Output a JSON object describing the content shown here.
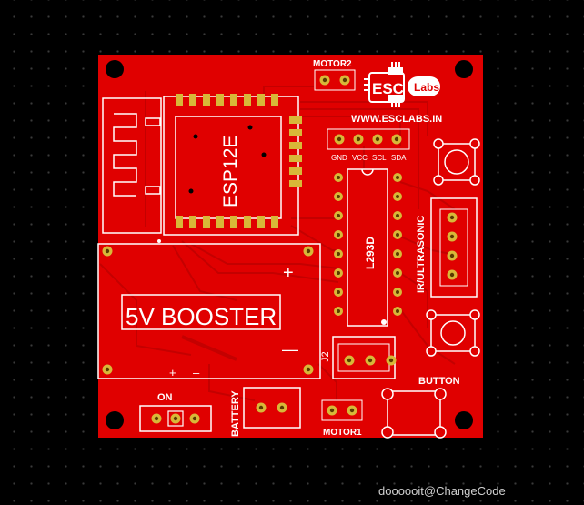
{
  "board": {
    "color": "#e00000",
    "silkscreen_color": "#ffffff",
    "pad_color": "#d8b838",
    "background": "#000000"
  },
  "labels": {
    "motor2": "MOTOR2",
    "motor1": "MOTOR1",
    "website": "WWW.ESCLABS.IN",
    "logo_esc": "ESC",
    "logo_labs": "Labs",
    "module": "ESP12E",
    "driver": "L293D",
    "booster": "5V BOOSTER",
    "booster_plus": "+",
    "booster_minus": "—",
    "input_plus": "+",
    "input_minus": "–",
    "connector_j2": "J2",
    "sensor": "IR/ULTRASONIC",
    "switch": "ON",
    "battery": "BATTERY",
    "button": "BUTTON",
    "header_pins": [
      "GND",
      "VCC",
      "SCL",
      "SDA"
    ]
  },
  "watermark": "doooooit@ChangeCode"
}
